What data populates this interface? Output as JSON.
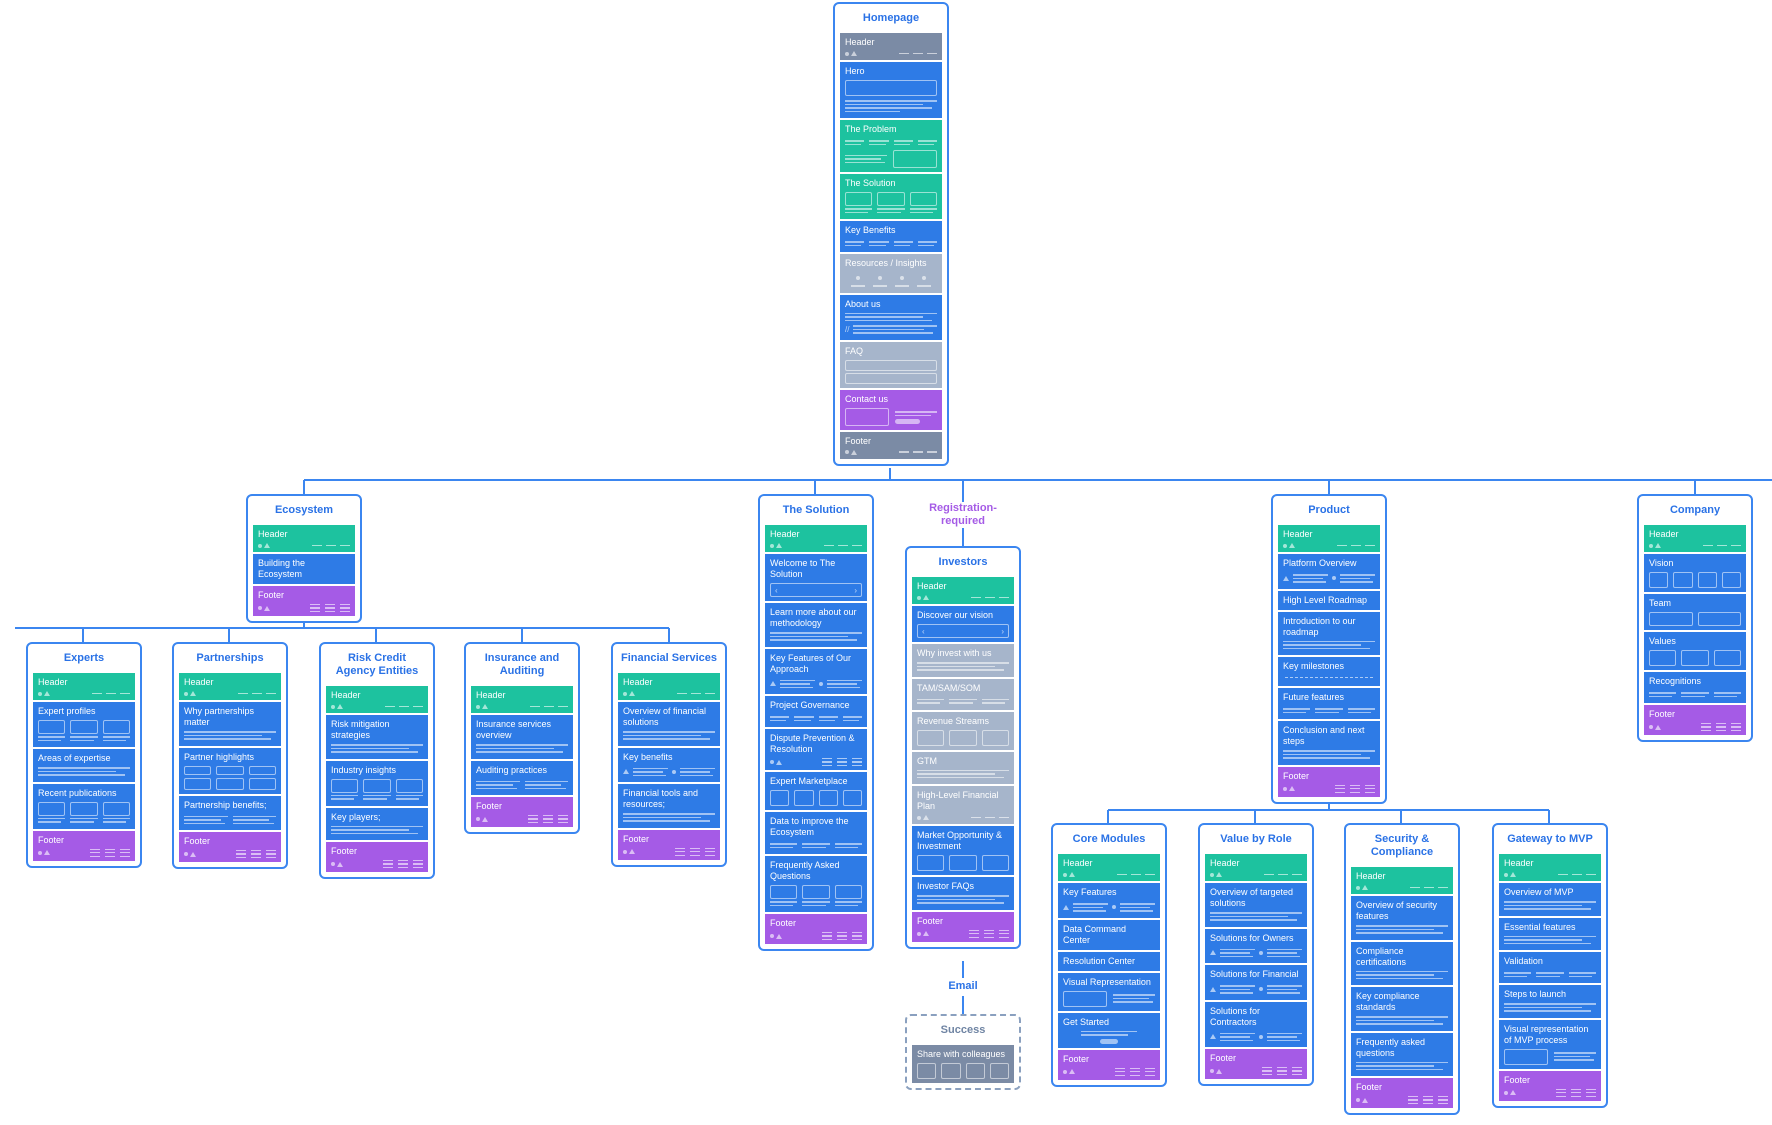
{
  "colors": {
    "blue": "#2e7be6",
    "teal": "#1dc29f",
    "purple": "#a55be6",
    "gray": "#a6b5cb",
    "slate": "#7b8ba5",
    "border": "#3b86f0"
  },
  "labels": {
    "registration": "Registration-required",
    "email": "Email"
  },
  "cards": [
    {
      "id": "homepage",
      "title": "Homepage",
      "sections": [
        {
          "label": "Header",
          "color": "slate",
          "deco": "header"
        },
        {
          "label": "Hero",
          "color": "blue",
          "deco": "hero"
        },
        {
          "label": "The Problem",
          "color": "teal",
          "deco": "icons4img"
        },
        {
          "label": "The Solution",
          "color": "teal",
          "deco": "boxes3lines"
        },
        {
          "label": "Key Benefits",
          "color": "blue",
          "deco": "icons4"
        },
        {
          "label": "Resources / Insights",
          "color": "gray",
          "deco": "icons4small"
        },
        {
          "label": "About us",
          "color": "blue",
          "deco": "quote"
        },
        {
          "label": "FAQ",
          "color": "gray",
          "deco": "faq"
        },
        {
          "label": "Contact us",
          "color": "purple",
          "deco": "contact"
        },
        {
          "label": "Footer",
          "color": "slate",
          "deco": "header"
        }
      ]
    },
    {
      "id": "ecosystem",
      "title": "Ecosystem",
      "sections": [
        {
          "label": "Header",
          "color": "teal",
          "deco": "header"
        },
        {
          "label": "Building the Ecosystem",
          "color": "blue",
          "deco": "none"
        },
        {
          "label": "Footer",
          "color": "purple",
          "deco": "footer"
        }
      ]
    },
    {
      "id": "the-solution",
      "title": "The Solution",
      "sections": [
        {
          "label": "Header",
          "color": "teal",
          "deco": "header"
        },
        {
          "label": "Welcome to The Solution",
          "color": "blue",
          "deco": "carousel"
        },
        {
          "label": "Learn more about our methodology",
          "color": "blue",
          "deco": "lines"
        },
        {
          "label": "Key Features of Our Approach",
          "color": "blue",
          "deco": "split2"
        },
        {
          "label": "Project Governance",
          "color": "blue",
          "deco": "cols4"
        },
        {
          "label": "Dispute Prevention & Resolution",
          "color": "blue",
          "deco": "footer"
        },
        {
          "label": "Expert Marketplace",
          "color": "blue",
          "deco": "boxes4"
        },
        {
          "label": "Data to improve the Ecosystem",
          "color": "blue",
          "deco": "cols3"
        },
        {
          "label": "Frequently Asked Questions",
          "color": "blue",
          "deco": "boxes3lines"
        },
        {
          "label": "Footer",
          "color": "purple",
          "deco": "footer"
        }
      ]
    },
    {
      "id": "investors",
      "title": "Investors",
      "sections": [
        {
          "label": "Header",
          "color": "teal",
          "deco": "header"
        },
        {
          "label": "Discover our vision",
          "color": "blue",
          "deco": "carousel"
        },
        {
          "label": "Why invest with us",
          "color": "gray",
          "deco": "lines"
        },
        {
          "label": "TAM/SAM/SOM",
          "color": "gray",
          "deco": "cols3"
        },
        {
          "label": "Revenue Streams",
          "color": "gray",
          "deco": "boxes3"
        },
        {
          "label": "GTM",
          "color": "gray",
          "deco": "lines"
        },
        {
          "label": "High-Level Financial Plan",
          "color": "gray",
          "deco": "header"
        },
        {
          "label": "Market Opportunity & Investment",
          "color": "blue",
          "deco": "boxes3"
        },
        {
          "label": "Investor FAQs",
          "color": "blue",
          "deco": "lines"
        },
        {
          "label": "Footer",
          "color": "purple",
          "deco": "footer"
        }
      ]
    },
    {
      "id": "success",
      "title": "Success",
      "dashed": true,
      "sections": [
        {
          "label": "Share with colleagues",
          "color": "slate",
          "deco": "boxes4"
        }
      ]
    },
    {
      "id": "product",
      "title": "Product",
      "sections": [
        {
          "label": "Header",
          "color": "teal",
          "deco": "header"
        },
        {
          "label": "Platform Overview",
          "color": "blue",
          "deco": "split2"
        },
        {
          "label": "High Level Roadmap",
          "color": "blue",
          "deco": "none"
        },
        {
          "label": "Introduction to our roadmap",
          "color": "blue",
          "deco": "lines"
        },
        {
          "label": "Key milestones",
          "color": "blue",
          "deco": "milestones"
        },
        {
          "label": "Future features",
          "color": "blue",
          "deco": "cols3"
        },
        {
          "label": "Conclusion and next steps",
          "color": "blue",
          "deco": "lines"
        },
        {
          "label": "Footer",
          "color": "purple",
          "deco": "footer"
        }
      ]
    },
    {
      "id": "company",
      "title": "Company",
      "sections": [
        {
          "label": "Header",
          "color": "teal",
          "deco": "header"
        },
        {
          "label": "Vision",
          "color": "blue",
          "deco": "boxes4"
        },
        {
          "label": "Team",
          "color": "blue",
          "deco": "boxes2"
        },
        {
          "label": "Values",
          "color": "blue",
          "deco": "boxes3"
        },
        {
          "label": "Recognitions",
          "color": "blue",
          "deco": "cols3"
        },
        {
          "label": "Footer",
          "color": "purple",
          "deco": "footer"
        }
      ]
    },
    {
      "id": "experts",
      "title": "Experts",
      "sections": [
        {
          "label": "Header",
          "color": "teal",
          "deco": "header"
        },
        {
          "label": "Expert profiles",
          "color": "blue",
          "deco": "boxes3lines"
        },
        {
          "label": "Areas of expertise",
          "color": "blue",
          "deco": "lines"
        },
        {
          "label": "Recent publications",
          "color": "blue",
          "deco": "boxes3lines"
        },
        {
          "label": "Footer",
          "color": "purple",
          "deco": "footer"
        }
      ]
    },
    {
      "id": "partnerships",
      "title": "Partnerships",
      "sections": [
        {
          "label": "Header",
          "color": "teal",
          "deco": "header"
        },
        {
          "label": "Why partnerships matter",
          "color": "blue",
          "deco": "lines"
        },
        {
          "label": "Partner highlights",
          "color": "blue",
          "deco": "partners"
        },
        {
          "label": "Partnership benefits;",
          "color": "blue",
          "deco": "cols2"
        },
        {
          "label": "Footer",
          "color": "purple",
          "deco": "footer"
        }
      ]
    },
    {
      "id": "risk-credit",
      "title": "Risk Credit Agency Entities",
      "sections": [
        {
          "label": "Header",
          "color": "teal",
          "deco": "header"
        },
        {
          "label": "Risk mitigation strategies",
          "color": "blue",
          "deco": "lines"
        },
        {
          "label": "Industry insights",
          "color": "blue",
          "deco": "boxes3lines"
        },
        {
          "label": "Key players;",
          "color": "blue",
          "deco": "lines"
        },
        {
          "label": "Footer",
          "color": "purple",
          "deco": "footer"
        }
      ]
    },
    {
      "id": "insurance",
      "title": "Insurance and Auditing",
      "sections": [
        {
          "label": "Header",
          "color": "teal",
          "deco": "header"
        },
        {
          "label": "Insurance services overview",
          "color": "blue",
          "deco": "lines"
        },
        {
          "label": "Auditing practices",
          "color": "blue",
          "deco": "cols2"
        },
        {
          "label": "Footer",
          "color": "purple",
          "deco": "footer"
        }
      ]
    },
    {
      "id": "financial-services",
      "title": "Financial Services",
      "sections": [
        {
          "label": "Header",
          "color": "teal",
          "deco": "header"
        },
        {
          "label": "Overview of financial solutions",
          "color": "blue",
          "deco": "lines"
        },
        {
          "label": "Key benefits",
          "color": "blue",
          "deco": "split2"
        },
        {
          "label": "Financial tools and resources;",
          "color": "blue",
          "deco": "lines"
        },
        {
          "label": "Footer",
          "color": "purple",
          "deco": "footer"
        }
      ]
    },
    {
      "id": "core-modules",
      "title": "Core Modules",
      "sections": [
        {
          "label": "Header",
          "color": "teal",
          "deco": "header"
        },
        {
          "label": "Key Features",
          "color": "blue",
          "deco": "split2"
        },
        {
          "label": "Data Command Center",
          "color": "blue",
          "deco": "none"
        },
        {
          "label": "Resolution Center",
          "color": "blue",
          "deco": "none"
        },
        {
          "label": "Visual Representation",
          "color": "blue",
          "deco": "imglines"
        },
        {
          "label": "Get Started",
          "color": "blue",
          "deco": "button"
        },
        {
          "label": "Footer",
          "color": "purple",
          "deco": "footer"
        }
      ]
    },
    {
      "id": "value-by-role",
      "title": "Value by Role",
      "sections": [
        {
          "label": "Header",
          "color": "teal",
          "deco": "header"
        },
        {
          "label": "Overview of targeted solutions",
          "color": "blue",
          "deco": "lines"
        },
        {
          "label": "Solutions for Owners",
          "color": "blue",
          "deco": "split2"
        },
        {
          "label": "Solutions for Financial",
          "color": "blue",
          "deco": "split2"
        },
        {
          "label": "Solutions for Contractors",
          "color": "blue",
          "deco": "split2"
        },
        {
          "label": "Footer",
          "color": "purple",
          "deco": "footer"
        }
      ]
    },
    {
      "id": "security",
      "title": "Security & Compliance",
      "sections": [
        {
          "label": "Header",
          "color": "teal",
          "deco": "header"
        },
        {
          "label": "Overview of security features",
          "color": "blue",
          "deco": "lines"
        },
        {
          "label": "Compliance certifications",
          "color": "blue",
          "deco": "lines"
        },
        {
          "label": "Key compliance standards",
          "color": "blue",
          "deco": "lines"
        },
        {
          "label": "Frequently asked questions",
          "color": "blue",
          "deco": "lines"
        },
        {
          "label": "Footer",
          "color": "purple",
          "deco": "footer"
        }
      ]
    },
    {
      "id": "gateway-mvp",
      "title": "Gateway to MVP",
      "sections": [
        {
          "label": "Header",
          "color": "teal",
          "deco": "header"
        },
        {
          "label": "Overview of MVP",
          "color": "blue",
          "deco": "lines"
        },
        {
          "label": "Essential features",
          "color": "blue",
          "deco": "lines"
        },
        {
          "label": "Validation",
          "color": "blue",
          "deco": "cols3"
        },
        {
          "label": "Steps to launch",
          "color": "blue",
          "deco": "lines"
        },
        {
          "label": "Visual representation of MVP process",
          "color": "blue",
          "deco": "imglines"
        },
        {
          "label": "Footer",
          "color": "purple",
          "deco": "footer"
        }
      ]
    }
  ]
}
